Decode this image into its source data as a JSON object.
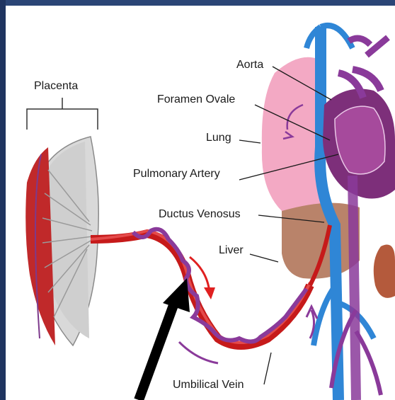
{
  "labels": {
    "placenta": "Placenta",
    "aorta": "Aorta",
    "foramen_ovale": "Foramen Ovale",
    "lung": "Lung",
    "pulmonary_artery": "Pulmonary Artery",
    "ductus_venosus": "Ductus Venosus",
    "liver": "Liver",
    "umbilical_vein": "Umbilical Vein"
  },
  "colors": {
    "oxygenated": "#e02020",
    "vein_blue": "#2f86d6",
    "purple": "#8a3a9a",
    "lung_pink": "#f3a9c4",
    "liver_brown": "#b9836a",
    "pointer": "#000000"
  }
}
